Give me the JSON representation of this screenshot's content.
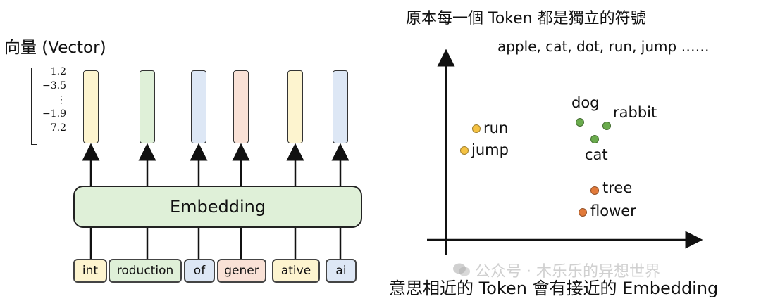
{
  "left": {
    "title": "向量 (Vector)",
    "vector_values": [
      "1.2",
      "−3.5",
      "⋮",
      "−1.9",
      "7.2"
    ],
    "embedding_label": "Embedding",
    "tokens": [
      {
        "text": "int",
        "color": "#fdf4cf"
      },
      {
        "text": "roduction",
        "color": "#dff0d8"
      },
      {
        "text": "of",
        "color": "#dde7f5"
      },
      {
        "text": "gener",
        "color": "#f9e1d6"
      },
      {
        "text": "ative",
        "color": "#fdf4cf"
      },
      {
        "text": "ai",
        "color": "#dde7f5"
      }
    ],
    "vector_colors": [
      "#fdf4cf",
      "#dff0d8",
      "#dde7f5",
      "#f9e1d6",
      "#fdf4cf",
      "#dde7f5"
    ]
  },
  "right": {
    "title": "原本每一個 Token 都是獨立的符號",
    "token_list": "apple, cat, dot, run, jump ……",
    "points": [
      {
        "label": "run",
        "color": "#f5c242"
      },
      {
        "label": "jump",
        "color": "#f5c242"
      },
      {
        "label": "dog",
        "color": "#6aab4d"
      },
      {
        "label": "rabbit",
        "color": "#6aab4d"
      },
      {
        "label": "cat",
        "color": "#6aab4d"
      },
      {
        "label": "tree",
        "color": "#e27a3a"
      },
      {
        "label": "flower",
        "color": "#e27a3a"
      }
    ],
    "caption": "意思相近的 Token 會有接近的 Embedding"
  },
  "watermark": "公众号 · 木乐乐的异想世界"
}
